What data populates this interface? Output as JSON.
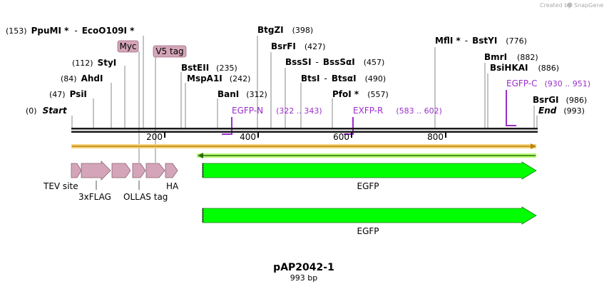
{
  "credit": {
    "created_by": "Created by",
    "brand": "SnapGene"
  },
  "plasmid": {
    "name": "pAP2042-1",
    "length_label": "993 bp"
  },
  "sites": {
    "start": {
      "pos": "(0)",
      "name": "Start"
    },
    "psiI": {
      "pos": "(47)",
      "name": "PsiI"
    },
    "ahdI": {
      "pos": "(84)",
      "name": "AhdI"
    },
    "styI": {
      "pos": "(112)",
      "name": "StyI"
    },
    "ppumi": {
      "pos": "(153)",
      "name": "PpuMI *",
      "sep": "-",
      "name2": "EcoO109I *"
    },
    "bsteii": {
      "name": "BstEII",
      "pos": "(235)"
    },
    "mspa1i": {
      "name": "MspA1I",
      "pos": "(242)"
    },
    "bani": {
      "name": "BanI",
      "pos": "(312)"
    },
    "btgzi": {
      "name": "BtgZI",
      "pos": "(398)"
    },
    "bsrfi": {
      "name": "BsrFI",
      "pos": "(427)"
    },
    "bsssi": {
      "name": "BssSI",
      "sep": "-",
      "name2": "BssSαI",
      "pos": "(457)"
    },
    "btsi": {
      "name": "BtsI",
      "sep": "-",
      "name2": "BtsαI",
      "pos": "(490)"
    },
    "pfoi": {
      "name": "PfoI *",
      "pos": "(557)"
    },
    "mfli": {
      "name": "MflI *",
      "sep": "-",
      "name2": "BstYI",
      "pos": "(776)"
    },
    "bmri": {
      "name": "BmrI",
      "pos": "(882)"
    },
    "bsihkai": {
      "name": "BsiHKAI",
      "pos": "(886)"
    },
    "bsrgi": {
      "name": "BsrGI",
      "pos": "(986)"
    },
    "end": {
      "name": "End",
      "pos": "(993)"
    }
  },
  "primers": {
    "egfp_n": {
      "name": "EGFP-N",
      "range": "(322 .. 343)"
    },
    "exfp_r": {
      "name": "EXFP-R",
      "range": "(583 .. 602)"
    },
    "egfp_c": {
      "name": "EGFP-C",
      "range": "(930 .. 951)"
    }
  },
  "tags": {
    "myc": "Myc",
    "v5": "V5 tag"
  },
  "ruler": {
    "ticks": [
      "200",
      "400",
      "600",
      "800"
    ]
  },
  "features": {
    "tev": "TEV site",
    "flag": "3xFLAG",
    "ollas": "OLLAS tag",
    "ha": "HA",
    "egfp1": "EGFP",
    "egfp2": "EGFP"
  },
  "colors": {
    "backbone": "#1a1a1a",
    "primer": "#9a2ecb",
    "tag_fill": "#d4a5b8",
    "tag_stroke": "#9c6b80",
    "egfp_fill": "#00ff00",
    "orf": "#b8860b",
    "orf_glow": "#f5d27a"
  }
}
